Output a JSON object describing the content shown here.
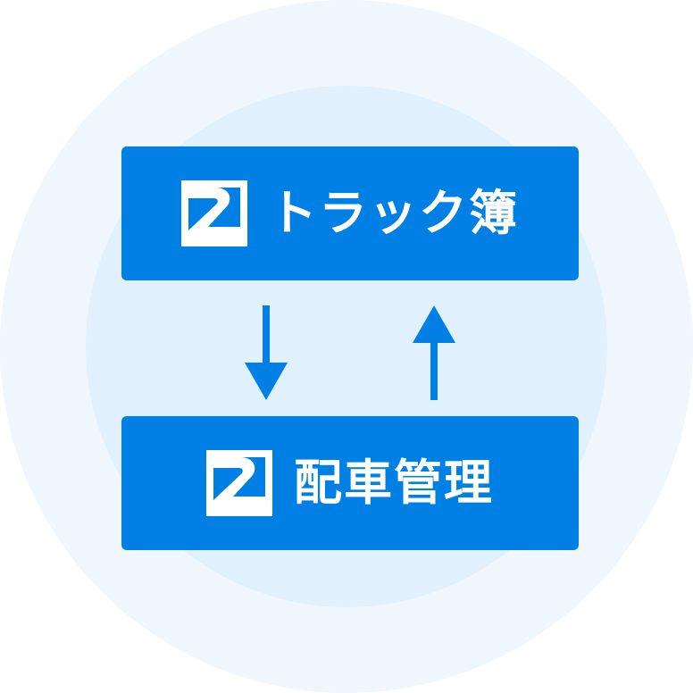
{
  "colors": {
    "outer_circle": "#eff7fd",
    "inner_circle": "#e0f0fc",
    "card": "#0080e4",
    "text": "#ffffff",
    "arrow": "#0080e4"
  },
  "nodes": [
    {
      "id": "truck-book",
      "label": "トラック簿",
      "icon": "brand-logo-icon"
    },
    {
      "id": "dispatch-management",
      "label": "配車管理",
      "icon": "brand-logo-icon"
    }
  ],
  "edges": [
    {
      "from": "truck-book",
      "to": "dispatch-management",
      "direction": "down"
    },
    {
      "from": "dispatch-management",
      "to": "truck-book",
      "direction": "up"
    }
  ]
}
